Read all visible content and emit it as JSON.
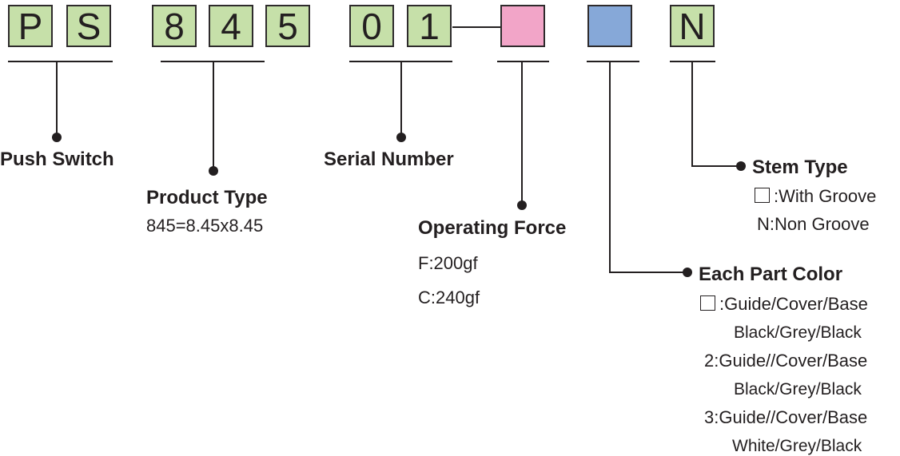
{
  "code_boxes": [
    {
      "char": "P",
      "color": "green"
    },
    {
      "char": "S",
      "color": "green"
    },
    {
      "char": "8",
      "color": "green"
    },
    {
      "char": "4",
      "color": "green"
    },
    {
      "char": "5",
      "color": "green"
    },
    {
      "char": "0",
      "color": "green"
    },
    {
      "char": "1",
      "color": "green"
    },
    {
      "char": "",
      "color": "pink"
    },
    {
      "char": "",
      "color": "blue"
    },
    {
      "char": "N",
      "color": "green"
    }
  ],
  "colors": {
    "green_box": "#c6e0a9",
    "pink_box": "#f2a5c8",
    "blue_box": "#86a8d8",
    "line": "#231f20"
  },
  "labels": {
    "push_switch": "Push Switch",
    "product_type": {
      "title": "Product Type",
      "desc": "845=8.45x8.45"
    },
    "serial_number": "Serial Number",
    "operating_force": {
      "title": "Operating Force",
      "options": [
        "F:200gf",
        "C:240gf"
      ]
    },
    "stem_type": {
      "title": "Stem Type",
      "option_blank": ":With Groove",
      "option_n": "N:Non Groove"
    },
    "each_part_color": {
      "title": "Each Part Color",
      "option_blank_parts": ":Guide/Cover/Base",
      "option_blank_colors": "Black/Grey/Black",
      "option_2_parts": "2:Guide//Cover/Base",
      "option_2_colors": "Black/Grey/Black",
      "option_3_parts": "3:Guide//Cover/Base",
      "option_3_colors": "White/Grey/Black"
    }
  }
}
